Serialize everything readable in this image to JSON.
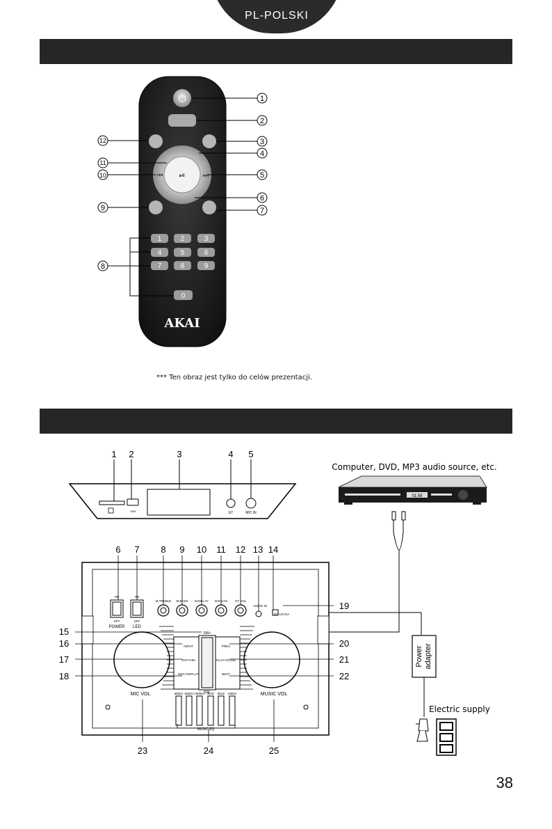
{
  "header": {
    "language": "PL-POLSKI"
  },
  "remote": {
    "brand": "AKAI",
    "buttons": {
      "power": "⏻",
      "prev": "⏮",
      "play_pause": "⏯",
      "next": "⏭",
      "digits": [
        "1",
        "2",
        "3",
        "4",
        "5",
        "6",
        "7",
        "8",
        "9",
        "0"
      ]
    },
    "callouts": [
      "1",
      "2",
      "3",
      "4",
      "5",
      "6",
      "7",
      "8",
      "9",
      "10",
      "11",
      "12"
    ],
    "note": "*** Ten obraz jest tylko do celów prezentacji."
  },
  "connections": {
    "top_panel_numbers": [
      "1",
      "2",
      "3",
      "4",
      "5"
    ],
    "top_panel_labels": {
      "usb": "USB",
      "gt": "GT",
      "mic_in": "MIC IN"
    },
    "source_caption": "Computer, DVD, MP3 audio source, etc.",
    "dvd_display": "01:58",
    "adapter_label_1": "Power",
    "adapter_label_2": "adapter",
    "supply_caption": "Electric supply",
    "top_numbers": [
      "6",
      "7",
      "8",
      "9",
      "10",
      "11",
      "12",
      "13",
      "14"
    ],
    "side_left_numbers": [
      "15",
      "16",
      "17",
      "18"
    ],
    "side_right_numbers": [
      "19",
      "20",
      "21",
      "22"
    ],
    "bottom_numbers": [
      "23",
      "24",
      "25"
    ],
    "panel_text": {
      "on1": "ON",
      "on2": "ON",
      "off1": "OFF",
      "off2": "OFF",
      "power": "POWER",
      "led": "LED",
      "m_treble": "M.TREBLE",
      "m_bass": "M.BASS",
      "m_delay": "M.DELAY",
      "m_echo": "M.ECHO",
      "gt_vol": "GT VOL",
      "aux_in": "AUDIO IN",
      "dc": "DC 12V/2A",
      "sw_plus": "SW+",
      "sw_minus": "SW-",
      "input": "INPUT",
      "rhythm": "RHYTHM",
      "rec_replay": "REC/ REPLAY",
      "prev_btn": "PREV",
      "play_btn": "PLAY/ PAUSE",
      "next_btn": "NEXT",
      "mic_vol": "MIC VOL",
      "music_vol": "MUSIC VOL",
      "music_eq": "MUSIC EQ",
      "eq_bands": [
        "300Hz",
        "500Hz",
        "1000Hz",
        "3kHz",
        "5kHz",
        "10kHz"
      ]
    }
  },
  "footer": {
    "page_number": "38"
  }
}
